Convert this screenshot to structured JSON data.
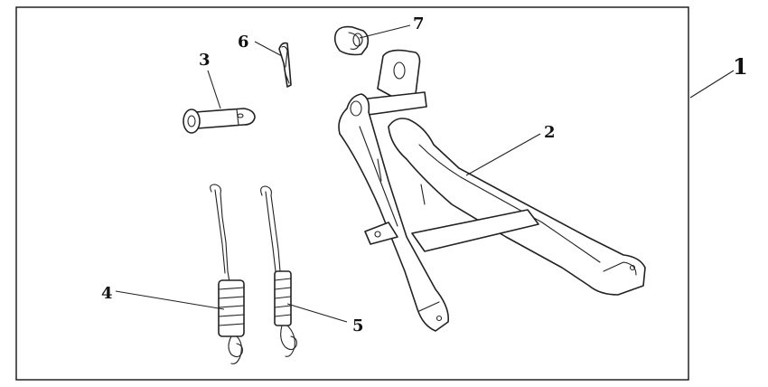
{
  "figure": {
    "callouts": {
      "assembly": "1",
      "stand": "2",
      "pivot_pin": "3",
      "spring_large": "4",
      "spring_small": "5",
      "cotter_pin": "6",
      "stopper_rubber": "7"
    }
  }
}
